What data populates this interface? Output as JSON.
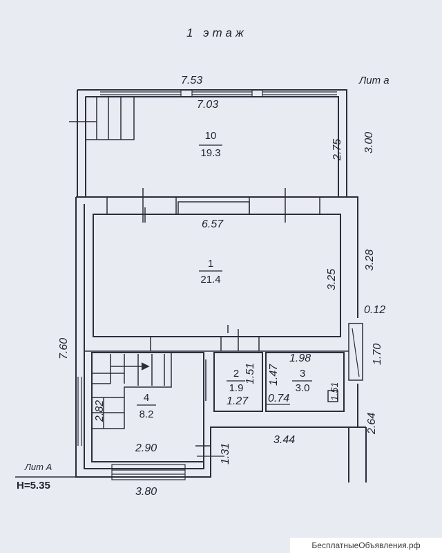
{
  "title": "1 этаж",
  "labels": {
    "lit_a_small": "Лит а",
    "lit_a_big": "Лит А",
    "height": "Н=5.35"
  },
  "dimensions": {
    "top_outer": "7.53",
    "top_inner": "7.03",
    "right_upper_inner": "2.75",
    "right_upper_outer": "3.00",
    "room1_width": "6.57",
    "room1_height_inner": "3.25",
    "right_mid_outer": "3.28",
    "wall_thickness": "0.12",
    "right_lower": "1.70",
    "right_bottom": "2.64",
    "left_total": "7.60",
    "stair_width": "2.82",
    "room4_width": "2.90",
    "bottom_total": "3.80",
    "room4_ext": "1.31",
    "bottom_right": "3.44",
    "room2_width": "1.27",
    "room2_depth": "1.51",
    "room3_top": "1.98",
    "room3_left": "1.47",
    "room3_bottom": "0.74",
    "room3_side": "1.51"
  },
  "rooms": [
    {
      "id": "10",
      "number": "10",
      "area": "19.3"
    },
    {
      "id": "1",
      "number": "1",
      "area": "21.4"
    },
    {
      "id": "2",
      "number": "2",
      "area": "1.9"
    },
    {
      "id": "3",
      "number": "3",
      "area": "3.0"
    },
    {
      "id": "4",
      "number": "4",
      "area": "8.2"
    }
  ],
  "watermark": "БесплатныеОбъявления.рф"
}
